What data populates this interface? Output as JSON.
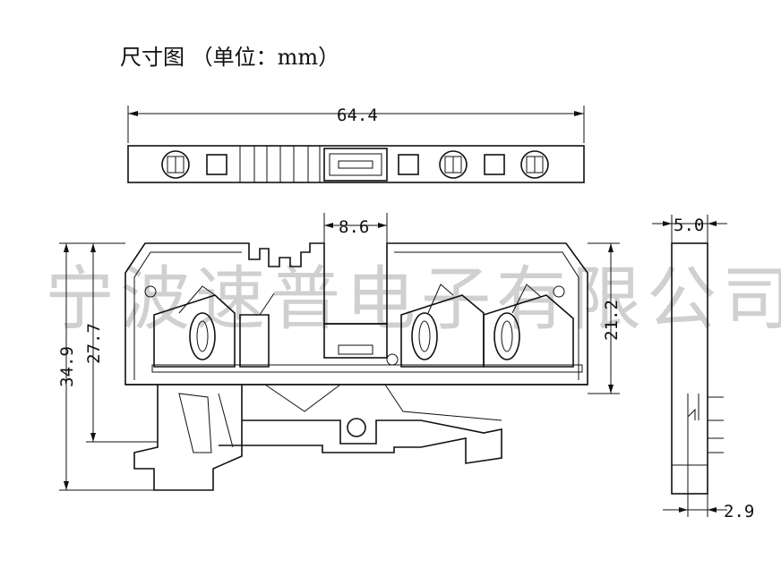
{
  "title": "尺寸图  （单位：mm）",
  "watermark": "宁波速普电子有限公司",
  "dimensions": {
    "overall_width": "64.4",
    "center_opening": "8.6",
    "total_height": "34.9",
    "rail_height": "27.7",
    "body_height": "21.2",
    "thickness": "5.0",
    "foot": "2.9"
  }
}
